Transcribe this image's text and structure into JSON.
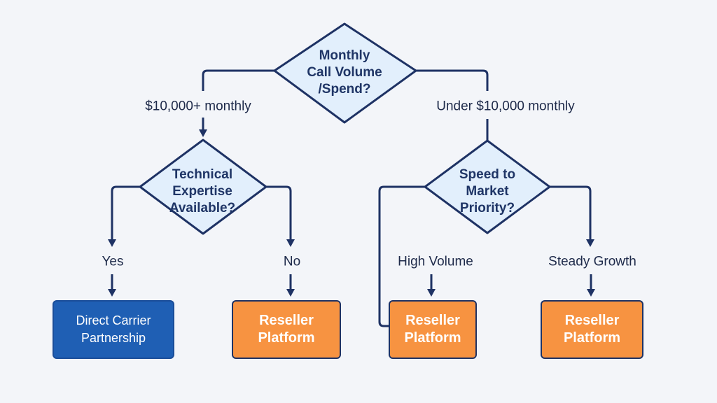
{
  "diagram": {
    "type": "decision-flowchart",
    "colors": {
      "background": "#f3f5f9",
      "line": "#1e3264",
      "diamond_fill": "#e2effc",
      "diamond_text": "#1f3566",
      "outcome_blue": "#1f5fb4",
      "outcome_orange": "#f79341"
    },
    "decisions": [
      {
        "id": "root",
        "lines": [
          "Monthly",
          "Call Volume",
          "/Spend?"
        ]
      },
      {
        "id": "tech",
        "lines": [
          "Technical",
          "Expertise",
          "Available?"
        ]
      },
      {
        "id": "speed",
        "lines": [
          "Speed to",
          "Market",
          "Priority?"
        ]
      }
    ],
    "edge_labels": {
      "root_left": "$10,000+ monthly",
      "root_right": "Under $10,000 monthly",
      "tech_left": "Yes",
      "tech_right": "No",
      "speed_left": "High Volume",
      "speed_right": "Steady Growth"
    },
    "outcomes": [
      {
        "id": "direct",
        "lines": [
          "Direct Carrier",
          "Partnership"
        ],
        "color": "blue"
      },
      {
        "id": "reseller1",
        "lines": [
          "Reseller",
          "Platform"
        ],
        "color": "orange"
      },
      {
        "id": "reseller2",
        "lines": [
          "Reseller",
          "Platform"
        ],
        "color": "orange"
      },
      {
        "id": "reseller3",
        "lines": [
          "Reseller",
          "Platform"
        ],
        "color": "orange"
      }
    ]
  }
}
